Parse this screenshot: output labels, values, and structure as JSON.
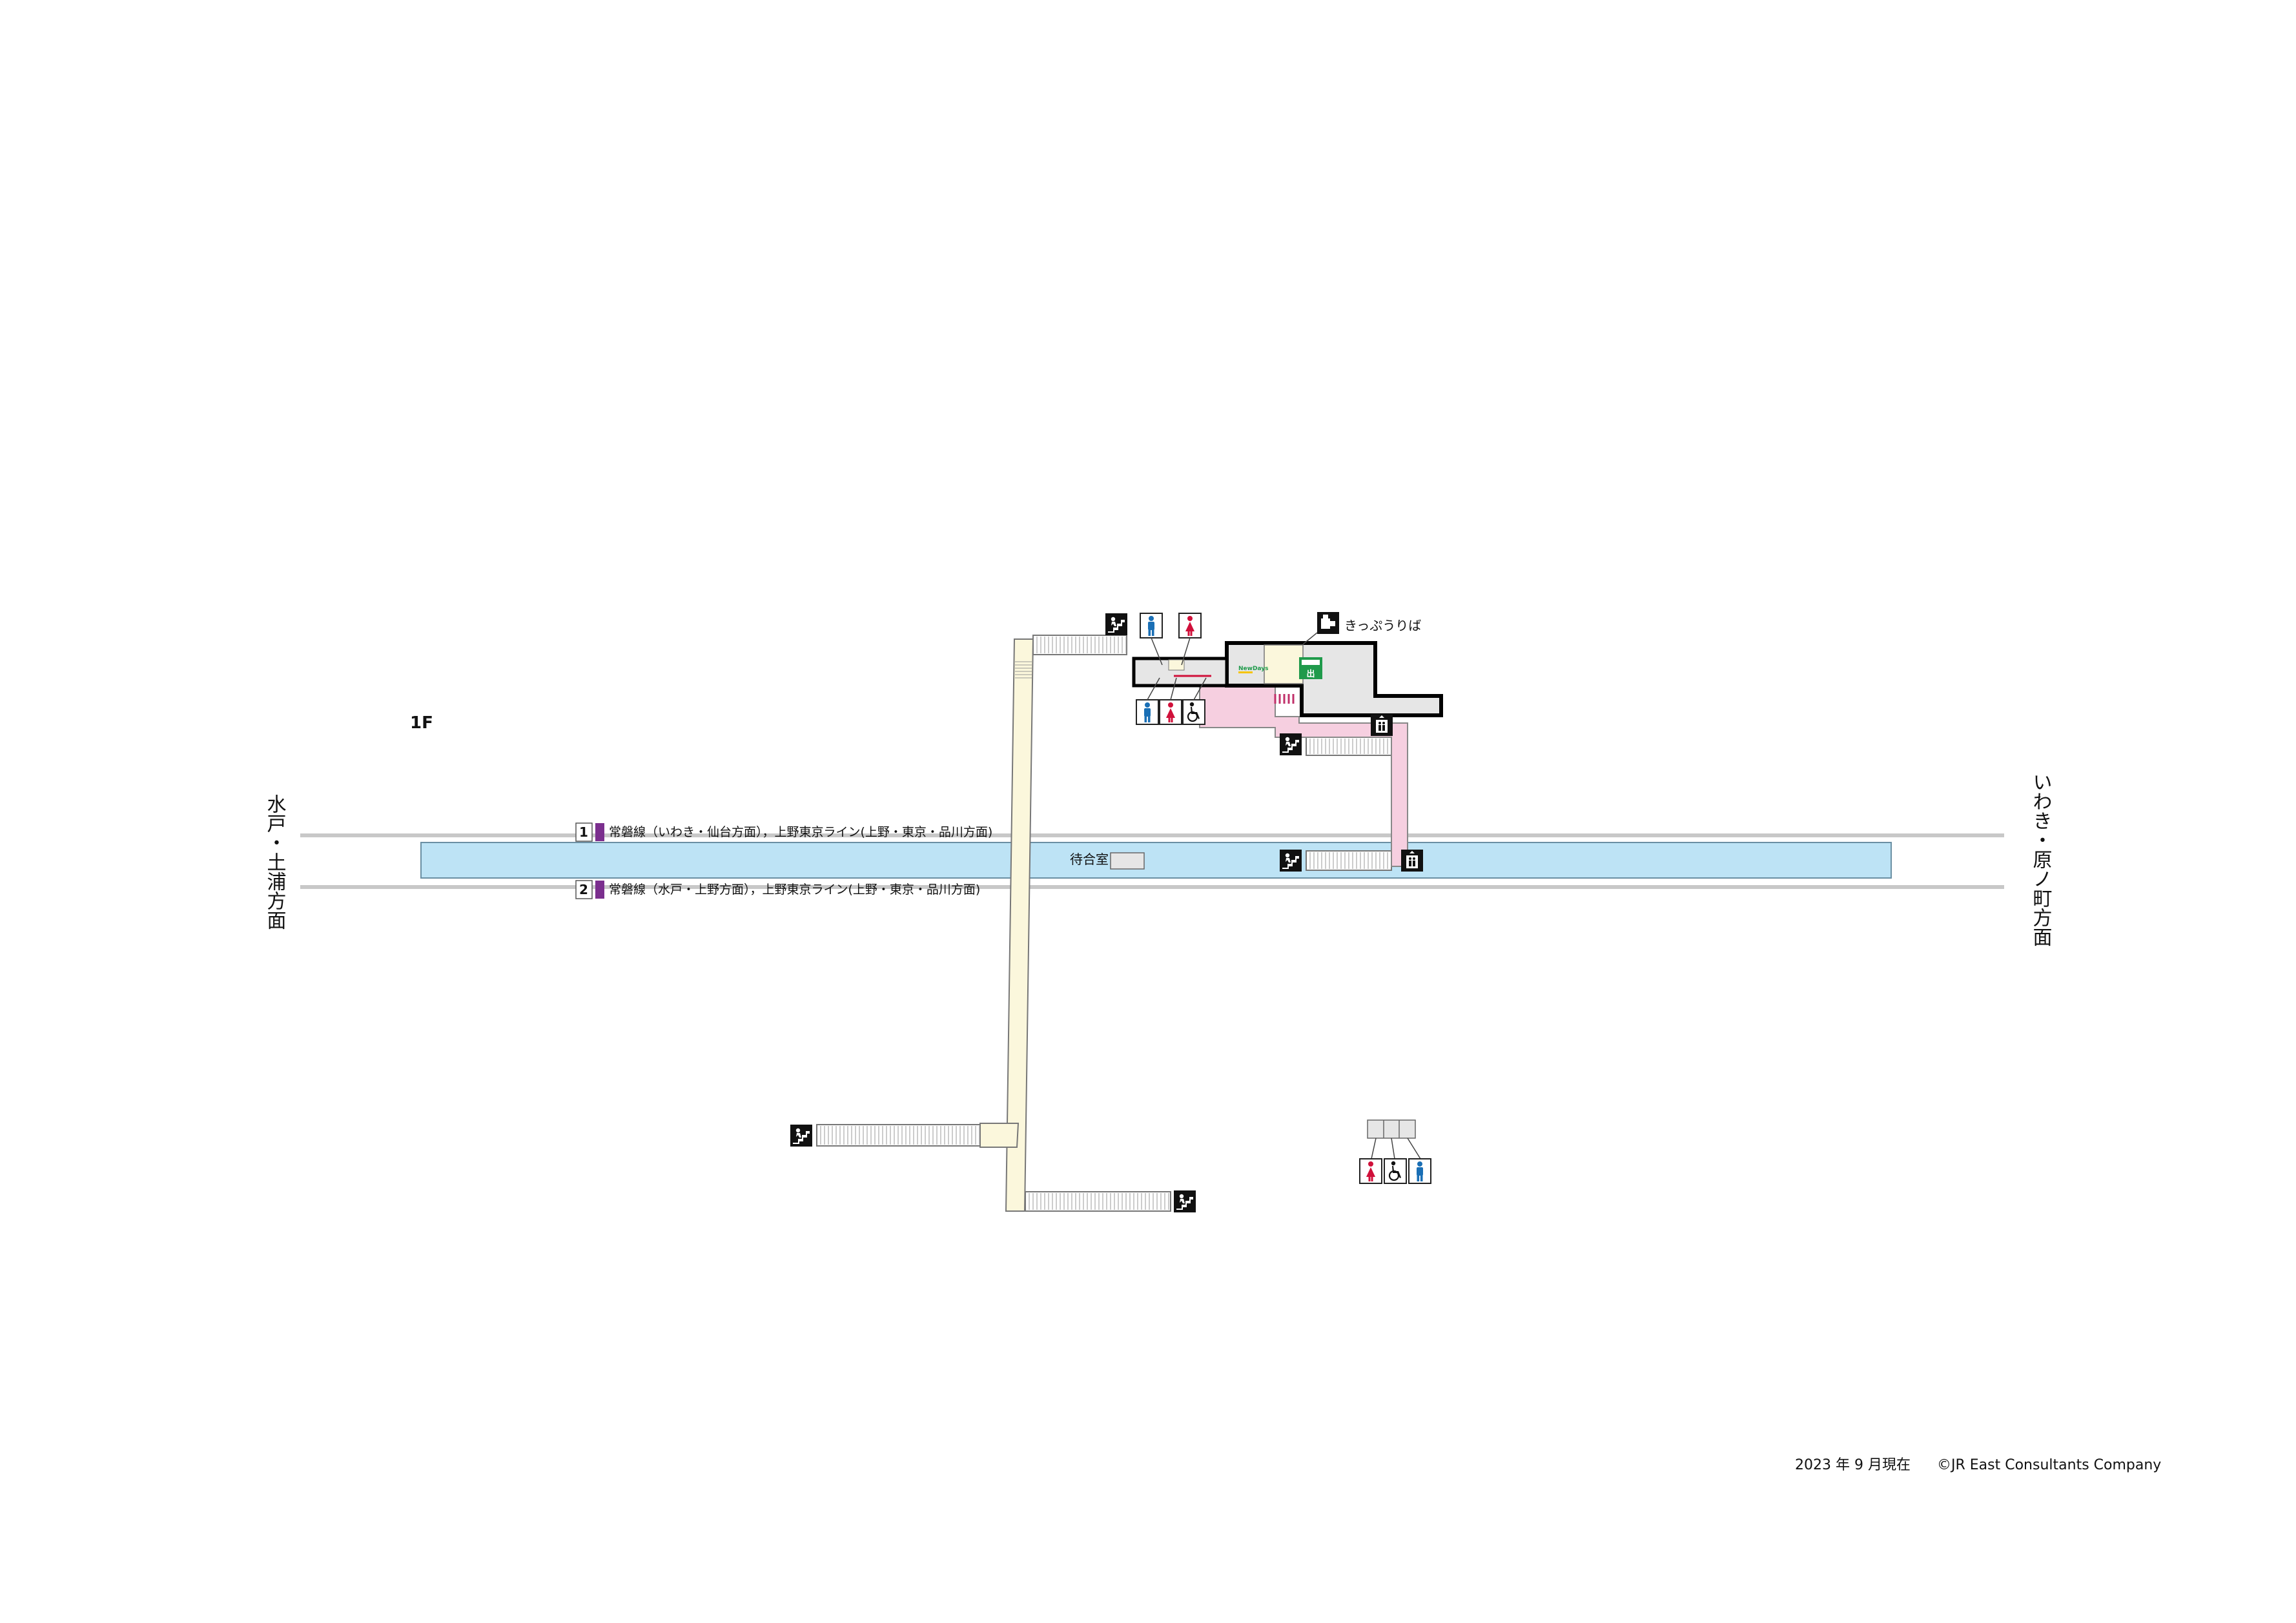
{
  "map": {
    "floor_label": "1F",
    "direction_left": "水戸・土浦方面",
    "direction_right": "いわき・原ノ町方面",
    "platform_lines": [
      {
        "number": "1",
        "text": "常磐線（いわき・仙台方面），上野東京ライン(上野・東京・品川方面)"
      },
      {
        "number": "2",
        "text": "常磐線（水戸・上野方面），上野東京ライン(上野・東京・品川方面)"
      }
    ],
    "waiting_room": "待合室",
    "ticket_office": "きっぷうりば",
    "store_label": "NewDays",
    "exit_sign": "出",
    "line_color": "#7b2f8e"
  },
  "footer": {
    "date_note": "2023 年 9 月現在",
    "copyright": "©JR East Consultants Company"
  },
  "icons": {
    "stairs": "stairs-icon",
    "toilet_male": "toilet-male-icon",
    "toilet_female": "toilet-female-icon",
    "toilet_accessible": "wheelchair-icon",
    "elevator": "elevator-icon",
    "ticket_machine": "ticket-machine-icon"
  },
  "colors": {
    "platform": "#bde3f5",
    "bridge": "#fbf7dc",
    "barrier_free_path": "#f6cfe0",
    "building": "#e6e6e6",
    "male": "#1a6fb5",
    "female": "#d0103a",
    "exit_green": "#1f9a4b"
  }
}
